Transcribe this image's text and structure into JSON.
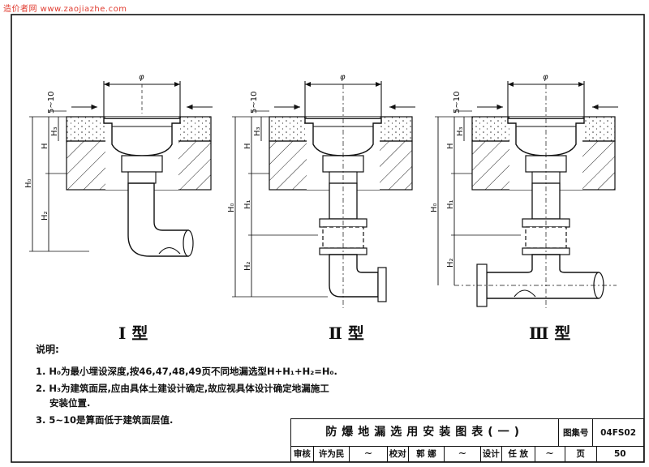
{
  "watermark": "造价者网 www.zaojiazhe.com",
  "drawing": {
    "phi_symbol": "φ",
    "dim_small": "5~10",
    "dim_labels": {
      "H0": "H₀",
      "H": "H",
      "H1": "H₁",
      "H2": "H₂",
      "H3": "H₃"
    },
    "types": [
      {
        "label": "Ⅰ 型"
      },
      {
        "label": "Ⅱ 型"
      },
      {
        "label": "Ⅲ 型"
      }
    ]
  },
  "notes": {
    "heading": "说明:",
    "items": [
      "1. H₀为最小埋设深度,按46,47,48,49页不同地漏选型H+H₁+H₂=H₀.",
      "2. H₃为建筑面层,应由具体土建设计确定,故应视具体设计确定地漏施工",
      "3. 5~10是算面低于建筑面层值."
    ],
    "item2_cont": "安装位置."
  },
  "title_block": {
    "title": "防爆地漏选用安装图表(一)",
    "atlas_label": "图集号",
    "atlas_no": "04FS02",
    "review_label": "审核",
    "review_name": "许为民",
    "check_label": "校对",
    "check_name": "郭 娜",
    "design_label": "设计",
    "design_name": "任 放",
    "page_label": "页",
    "page_no": "50"
  }
}
